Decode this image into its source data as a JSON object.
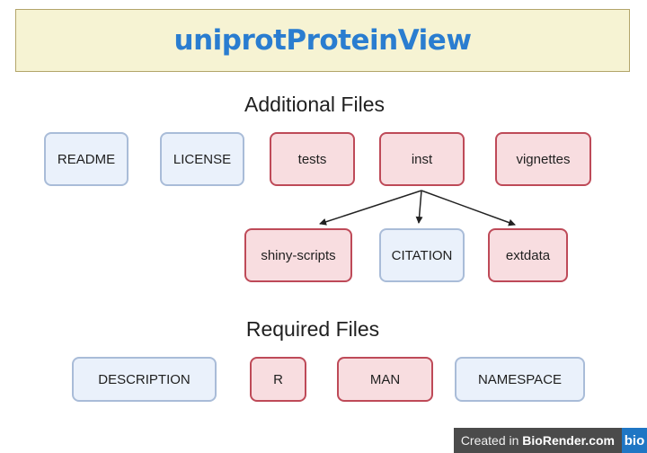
{
  "title": "uniprotProteinView",
  "additional_heading": "Additional Files",
  "additional_files": [
    "README",
    "LICENSE",
    "tests",
    "inst",
    "vignettes"
  ],
  "inst_children": [
    "shiny-scripts",
    "CITATION",
    "extdata"
  ],
  "required_heading": "Required Files",
  "required_files": [
    "DESCRIPTION",
    "R",
    "MAN",
    "NAMESPACE"
  ],
  "footer": {
    "prefix": "Created in ",
    "brand": "BioRender.com",
    "logo": "bio"
  },
  "colors": {
    "title_text": "#2a7dd0",
    "banner_bg": "#f6f3d3",
    "blue_box_fill": "#eaf1fb",
    "red_box_fill": "#f8dde0",
    "red_box_border": "#be4a58"
  }
}
